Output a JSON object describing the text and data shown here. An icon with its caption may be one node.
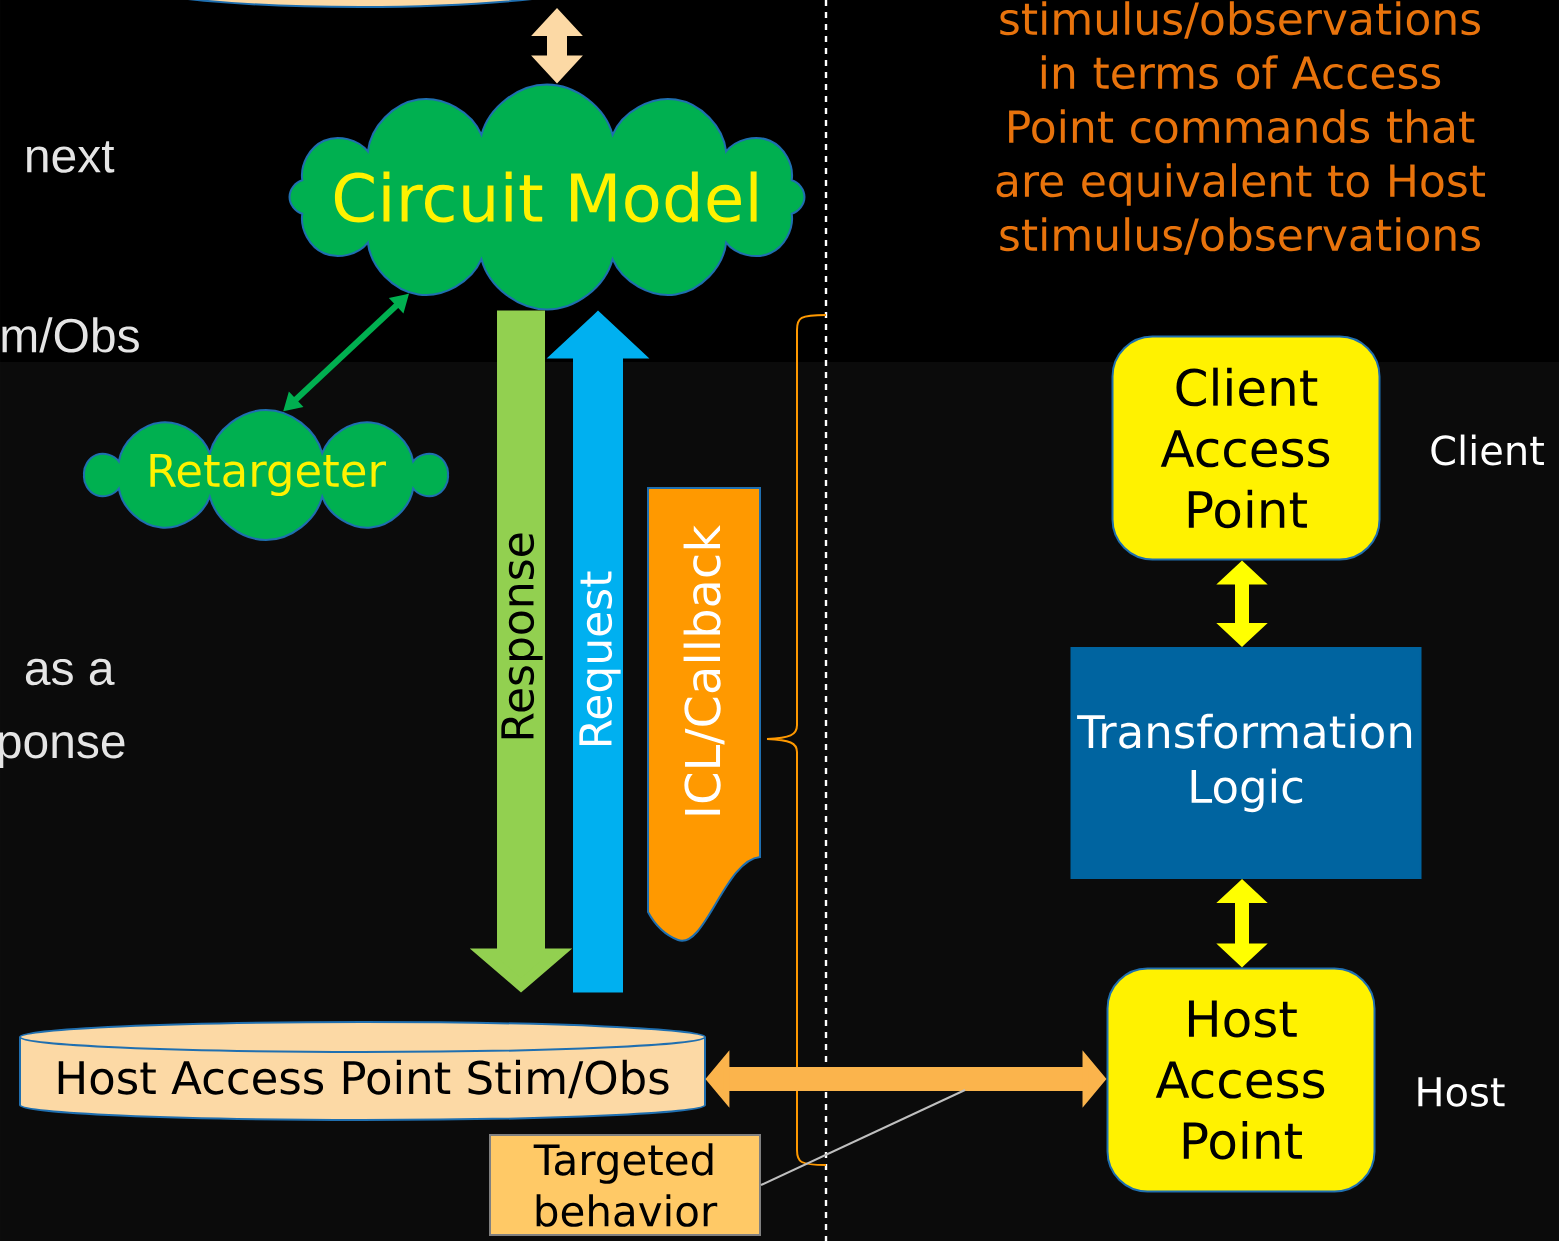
{
  "diagram": {
    "nodes": [
      {
        "text": [],
        "shape": "cylinder"
      },
      {
        "text": [
          "Circuit Model"
        ]
      },
      {
        "text": [
          "Retargeter"
        ]
      },
      {
        "text": [
          "Host Access Point Stim/Obs"
        ]
      },
      {
        "text": [
          "ICL/Callback"
        ]
      },
      {
        "text": [
          "Targeted behavior"
        ]
      },
      {
        "text": [
          "Client Access Point"
        ],
        "beside": [
          "Client"
        ]
      },
      {
        "text": [
          "Transformation Logic"
        ]
      },
      {
        "text": [
          "Host Access Point"
        ],
        "beside": [
          "Host"
        ]
      }
    ],
    "edges": [
      {
        "from": 1,
        "to": 0,
        "arrow": "both",
        "color": "#fcd9a5"
      },
      {
        "from": 1,
        "to": 2,
        "arrow": "both",
        "color": "#00b050"
      },
      {
        "from": 1,
        "to": 3,
        "arrow": "to",
        "label": "Response",
        "style": "thick",
        "color": "#92d050"
      },
      {
        "from": 3,
        "to": 1,
        "arrow": "to",
        "label": "Request",
        "style": "thick",
        "color": "#00b0f0"
      },
      {
        "from": 3,
        "to": 8,
        "arrow": "both",
        "color": "#fbb44c"
      },
      {
        "from": 6,
        "to": 7,
        "arrow": "both",
        "color": "#ffff00"
      },
      {
        "from": 7,
        "to": 8,
        "arrow": "both",
        "color": "#ffff00"
      },
      {
        "from": 5,
        "to": null,
        "arrow": "none",
        "color": "#bfbfbf"
      }
    ],
    "labels": [
      "next",
      "stimulus/observations in terms of Access Point commands that are equivalent to Host stimulus/observations",
      "m/Obs",
      "as a",
      "ponse"
    ]
  }
}
